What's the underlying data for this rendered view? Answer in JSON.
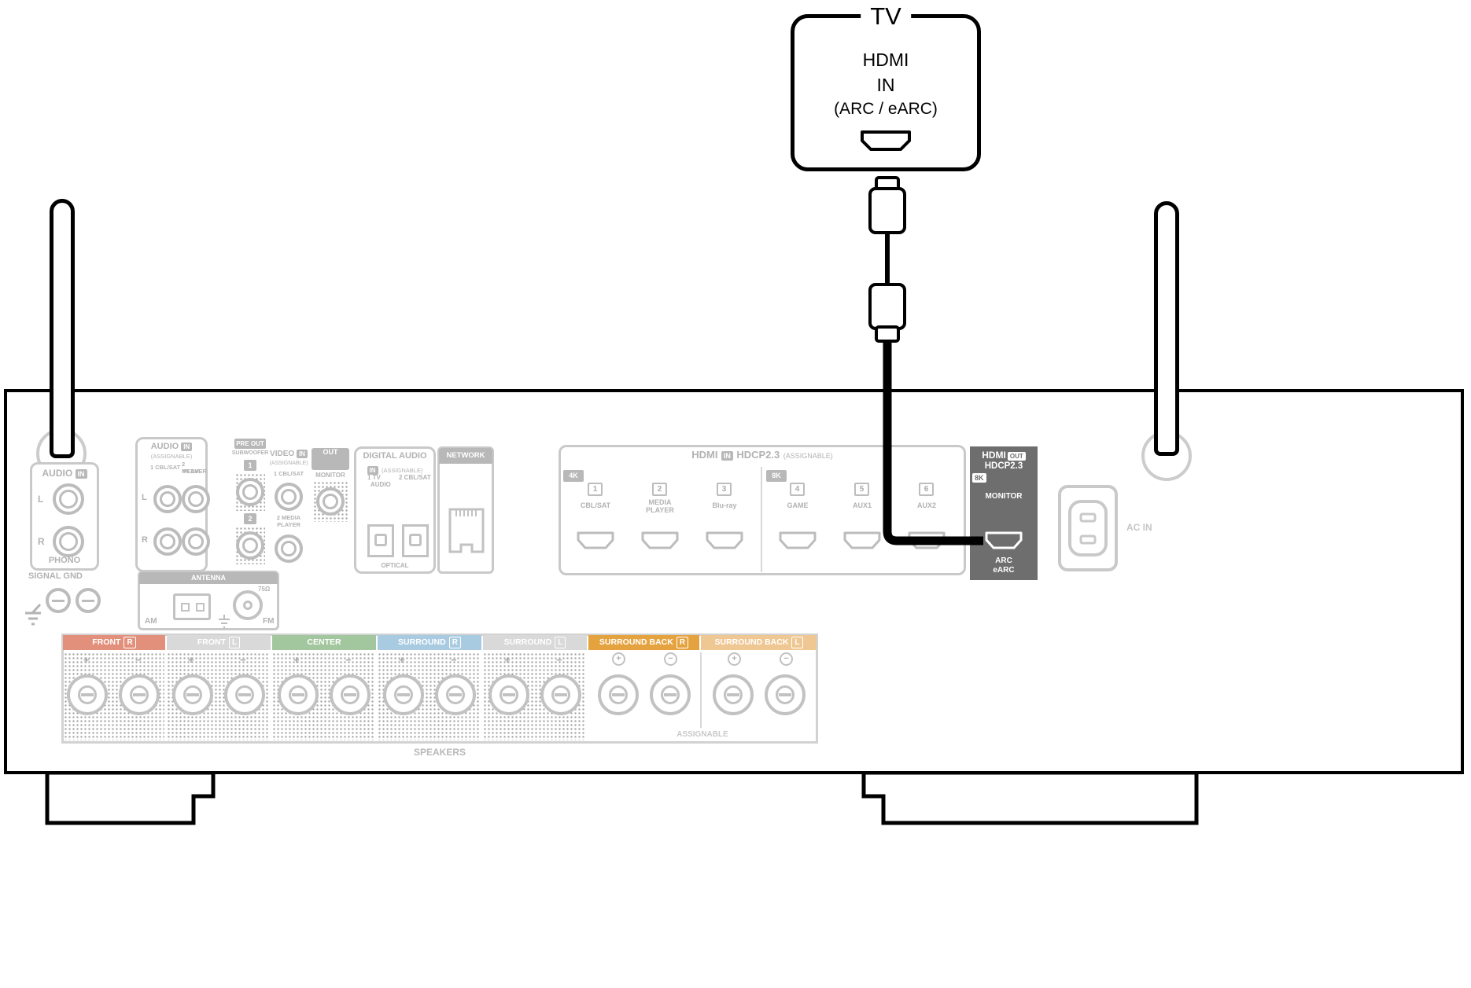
{
  "colors": {
    "highlight_panel": "#6e6e6e",
    "faded": "#b8b8b8",
    "cable": "#000000"
  },
  "tv": {
    "title": "TV",
    "line1": "HDMI",
    "line2": "IN",
    "line3": "(ARC / eARC)"
  },
  "phono": {
    "header": "AUDIO",
    "in_badge": "IN",
    "l": "L",
    "r": "R",
    "label": "PHONO"
  },
  "signal_gnd": {
    "label": "SIGNAL GND"
  },
  "audio_in": {
    "header": "AUDIO",
    "in_badge": "IN",
    "assignable": "(ASSIGNABLE)",
    "col1": "1 CBL/SAT",
    "col2a": "2 MEDIA",
    "col2b": "PLAYER",
    "l": "L",
    "r": "R"
  },
  "pre_out": {
    "header": "PRE OUT",
    "label": "SUBWOOFER",
    "n1": "1",
    "n2": "2"
  },
  "video_in": {
    "header": "VIDEO",
    "in_badge": "IN",
    "assignable": "(ASSIGNABLE)",
    "p1": "1 CBL/SAT",
    "p2a": "2 MEDIA",
    "p2b": "PLAYER"
  },
  "video_out": {
    "header": "VIDEO",
    "out": "OUT",
    "monitor": "MONITOR"
  },
  "digital_audio": {
    "header": "DIGITAL AUDIO",
    "in_badge": "IN",
    "assignable": "(ASSIGNABLE)",
    "p1a": "1 TV",
    "p1b": "AUDIO",
    "p2": "2 CBL/SAT",
    "optical": "OPTICAL"
  },
  "network": {
    "header": "NETWORK"
  },
  "antenna": {
    "header": "ANTENNA",
    "am": "AM",
    "fm": "FM",
    "ohm": "75Ω"
  },
  "hdmi_in": {
    "title": "HDMI",
    "in_badge": "IN",
    "hdcp": "HDCP2.3",
    "assignable": "(ASSIGNABLE)",
    "group1": "4K",
    "group2": "8K",
    "ports": [
      {
        "num": "1",
        "l1": "CBL/SAT",
        "l2": ""
      },
      {
        "num": "2",
        "l1": "MEDIA",
        "l2": "PLAYER"
      },
      {
        "num": "3",
        "l1": "Blu-ray",
        "l2": ""
      },
      {
        "num": "4",
        "l1": "GAME",
        "l2": ""
      },
      {
        "num": "5",
        "l1": "AUX1",
        "l2": ""
      },
      {
        "num": "6",
        "l1": "AUX2",
        "l2": ""
      }
    ]
  },
  "hdmi_out": {
    "title": "HDMI",
    "out_badge": "OUT",
    "hdcp": "HDCP2.3",
    "k8": "8K",
    "monitor": "MONITOR",
    "arc": "ARC",
    "earc": "eARC"
  },
  "ac_in": {
    "label": "AC IN"
  },
  "speakers": {
    "title": "SPEAKERS",
    "assignable": "ASSIGNABLE",
    "plus": "+",
    "minus": "−",
    "sections": [
      {
        "label": "FRONT",
        "ch": "R",
        "bg": "#e2907b"
      },
      {
        "label": "FRONT",
        "ch": "L",
        "bg": "#d9d9d9"
      },
      {
        "label": "CENTER",
        "ch": "",
        "bg": "#a2c69d"
      },
      {
        "label": "SURROUND",
        "ch": "R",
        "bg": "#a9cbe2"
      },
      {
        "label": "SURROUND",
        "ch": "L",
        "bg": "#d9d9d9"
      },
      {
        "label": "SURROUND BACK",
        "ch": "R",
        "bg": "#e5a33f"
      },
      {
        "label": "SURROUND BACK",
        "ch": "L",
        "bg": "#efc793"
      }
    ]
  }
}
